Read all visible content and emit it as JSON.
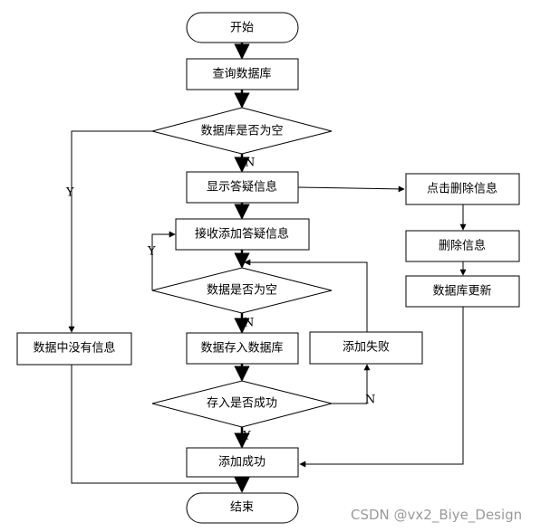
{
  "nodes": {
    "start": "开始",
    "query_db": "查询数据库",
    "db_empty": "数据库是否为空",
    "show_qa": "显示答疑信息",
    "click_delete": "点击删除信息",
    "delete_info": "删除信息",
    "db_update": "数据库更新",
    "receive_add": "接收添加答疑信息",
    "data_empty": "数据是否为空",
    "no_info": "数据中没有信息",
    "store_db": "数据存入数据库",
    "add_fail": "添加失败",
    "store_success_q": "存入是否成功",
    "add_success": "添加成功",
    "end": "结束"
  },
  "edge_labels": {
    "db_empty_no": "N",
    "db_empty_yes": "Y",
    "data_empty_yes": "Y",
    "data_empty_no": "N",
    "store_no": "N",
    "store_yes": "Y"
  },
  "watermark": "CSDN @vx2_Biye_Design"
}
